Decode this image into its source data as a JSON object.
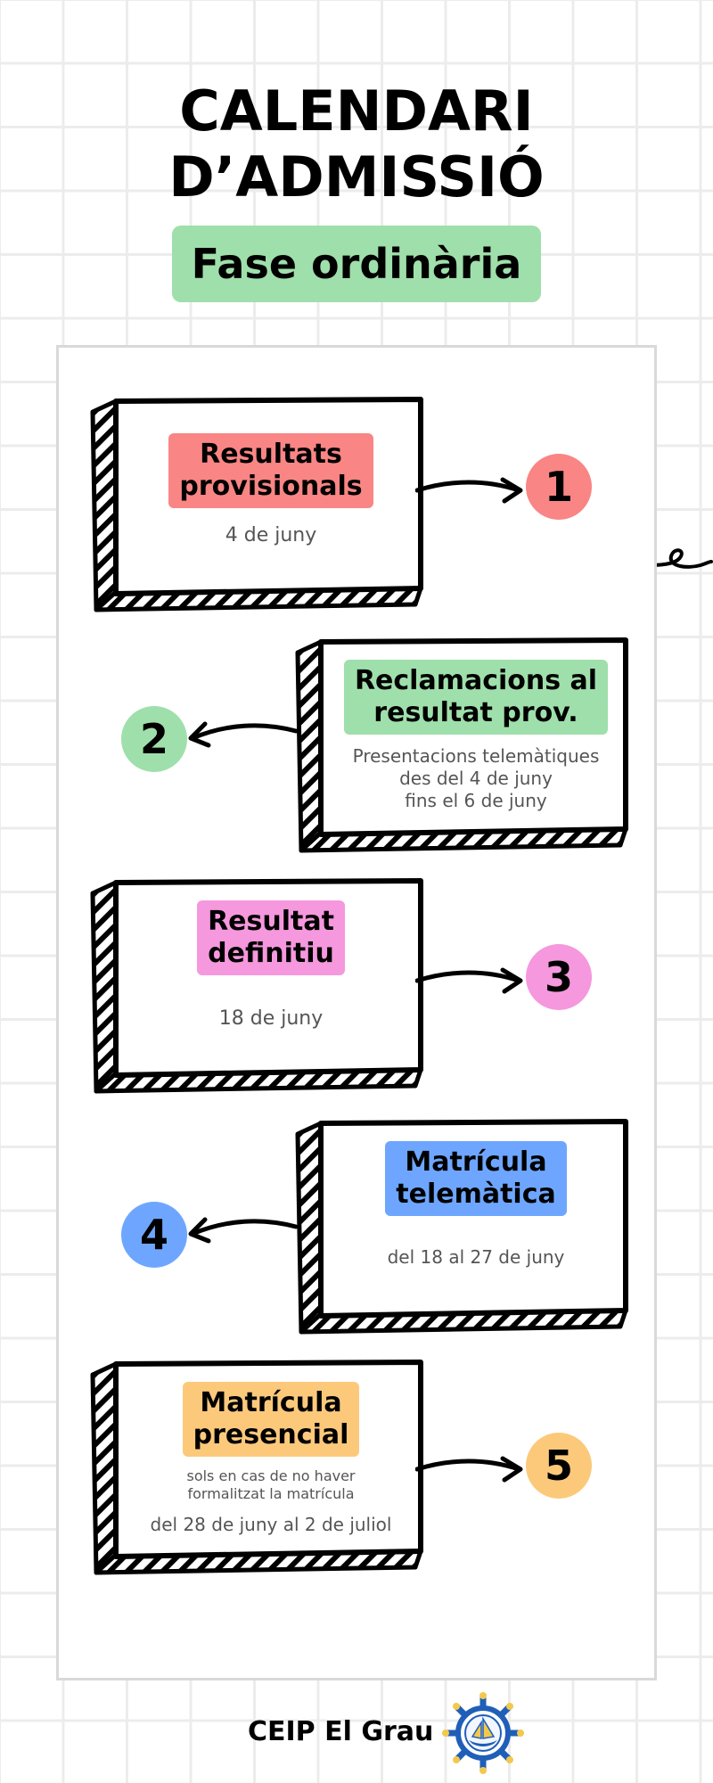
{
  "title": {
    "line1": "CALENDARI",
    "line2": "D’ADMISSIÓ"
  },
  "phase": {
    "label": "Fase ordinària",
    "color": "#9fdfab"
  },
  "steps": [
    {
      "number": "1",
      "label": "Resultats\nprovisionals",
      "text": "4 de juny",
      "color": "#f98585"
    },
    {
      "number": "2",
      "label": "Reclamacions al\nresultat prov.",
      "text": "Presentacions telemàtiques\ndes del 4 de juny\nfins el 6 de juny",
      "color": "#9fdfab"
    },
    {
      "number": "3",
      "label": "Resultat\ndefinitiu",
      "text": "18 de juny",
      "color": "#f598dd"
    },
    {
      "number": "4",
      "label": "Matrícula\ntelemàtica",
      "text": "del 18 al 27 de juny",
      "color": "#6ea6ff"
    },
    {
      "number": "5",
      "label": "Matrícula\npresencial",
      "note": "sols en cas de no haver\nformalitzat la matrícula",
      "text": "del 28 de juny al 2 de juliol",
      "color": "#fcc97b"
    }
  ],
  "footer": {
    "school": "CEIP El Grau",
    "logo_icon": "ship-wheel-icon"
  }
}
